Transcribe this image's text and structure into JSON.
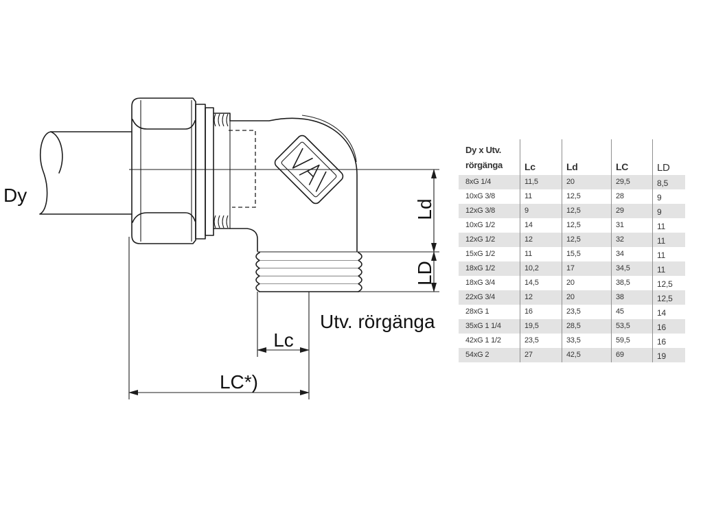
{
  "drawing": {
    "label_dy": "Dy",
    "label_ld": "Ld",
    "label_ld_thread": "LD",
    "label_thread": "Utv. rörgänga",
    "label_lc": "Lc",
    "label_lc_total": "LC*)"
  },
  "table": {
    "header": {
      "dimension_line1": "Dy x Utv.",
      "dimension_line2": "rörgänga",
      "lc": "Lc",
      "ld": "Ld",
      "lc_total": "LC",
      "ld_thread": "LD"
    },
    "rows": [
      [
        "8xG 1/4",
        "11,5",
        "20",
        "29,5",
        "8,5"
      ],
      [
        "10xG 3/8",
        "11",
        "12,5",
        "28",
        "9"
      ],
      [
        "12xG 3/8",
        "9",
        "12,5",
        "29",
        "9"
      ],
      [
        "10xG 1/2",
        "14",
        "12,5",
        "31",
        "11"
      ],
      [
        "12xG 1/2",
        "12",
        "12,5",
        "32",
        "11"
      ],
      [
        "15xG 1/2",
        "11",
        "15,5",
        "34",
        "11"
      ],
      [
        "18xG 1/2",
        "10,2",
        "17",
        "34,5",
        "11"
      ],
      [
        "18xG 3/4",
        "14,5",
        "20",
        "38,5",
        "12,5"
      ],
      [
        "22xG 3/4",
        "12",
        "20",
        "38",
        "12,5"
      ],
      [
        "28xG 1",
        "16",
        "23,5",
        "45",
        "14"
      ],
      [
        "35xG 1 1/4",
        "19,5",
        "28,5",
        "53,5",
        "16"
      ],
      [
        "42xG 1 1/2",
        "23,5",
        "33,5",
        "59,5",
        "16"
      ],
      [
        "54xG 2",
        "27",
        "42,5",
        "69",
        "19"
      ]
    ],
    "colors": {
      "shaded_row": "#e3e3e3"
    }
  }
}
